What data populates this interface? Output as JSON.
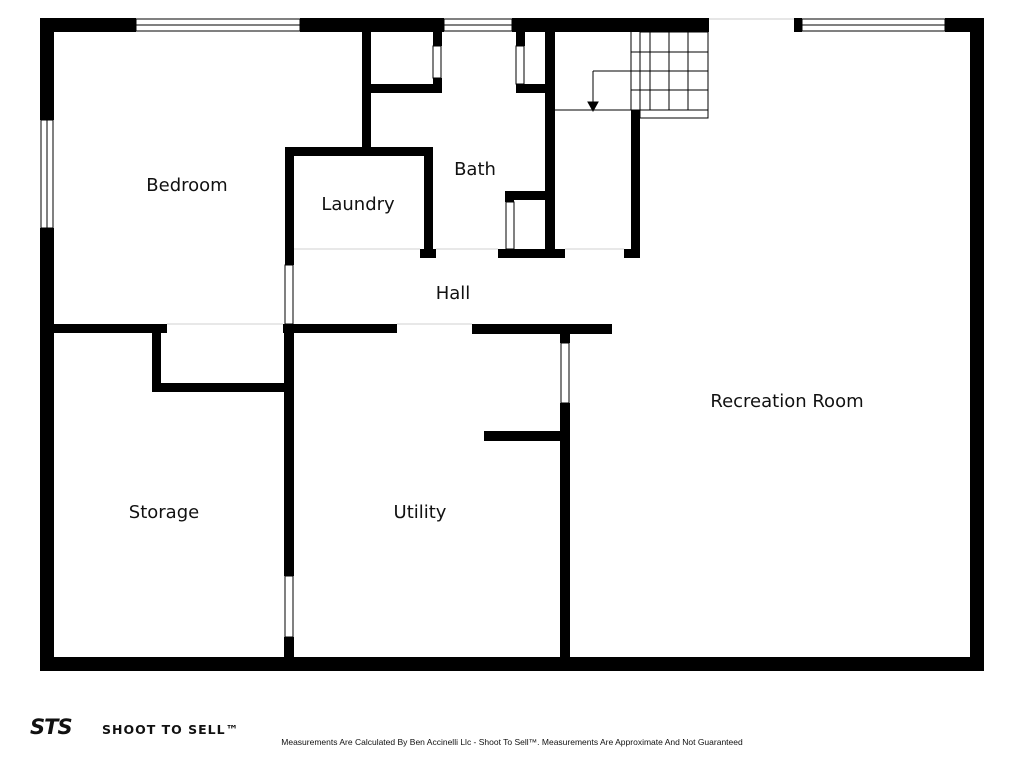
{
  "rooms": {
    "bedroom": "Bedroom",
    "laundry": "Laundry",
    "bath": "Bath",
    "hall": "Hall",
    "recreation": "Recreation Room",
    "storage": "Storage",
    "utility": "Utility"
  },
  "footer": {
    "logo_mark": "STS",
    "logo_text": "SHOOT TO SELL™",
    "disclaimer": "Measurements Are Calculated By Ben Accinelli Llc - Shoot To Sell™. Measurements Are Approximate And Not Guaranteed"
  }
}
